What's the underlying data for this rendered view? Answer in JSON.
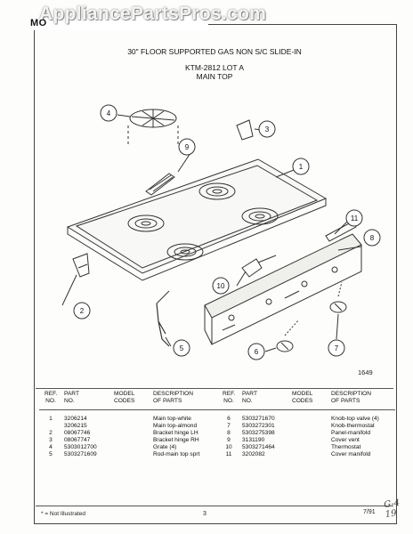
{
  "header": {
    "model_text": "MO",
    "watermark": "AppliancePartsPros.com"
  },
  "titles": {
    "line1": "30\" FLOOR SUPPORTED GAS NON S/C SLIDE-IN",
    "line2": "KTM-2812 LOT A",
    "line3": "MAIN TOP"
  },
  "diagram": {
    "callouts": [
      "1",
      "2",
      "3",
      "4",
      "5",
      "6",
      "7",
      "8",
      "9",
      "10",
      "11"
    ],
    "figure_number": "1649"
  },
  "parts_table": {
    "headers": {
      "ref": "REF.\nNO.",
      "part": "PART\nNO.",
      "model": "MODEL\nCODES",
      "desc": "DESCRIPTION\nOF PARTS"
    },
    "left": [
      {
        "ref": "1",
        "part": "3206214",
        "model": "",
        "desc": "Main top-white"
      },
      {
        "ref": "",
        "part": "3206215",
        "model": "",
        "desc": "Main top-almond"
      },
      {
        "ref": "2",
        "part": "08067746",
        "model": "",
        "desc": "Bracket hinge LH"
      },
      {
        "ref": "3",
        "part": "08067747",
        "model": "",
        "desc": "Bracket hinge RH"
      },
      {
        "ref": "4",
        "part": "5303012700",
        "model": "",
        "desc": "Grate (4)"
      },
      {
        "ref": "5",
        "part": "5303271609",
        "model": "",
        "desc": "Rod-main top sprt"
      }
    ],
    "right": [
      {
        "ref": "6",
        "part": "5303271670",
        "model": "",
        "desc": "Knob-top valve (4)"
      },
      {
        "ref": "7",
        "part": "5303272301",
        "model": "",
        "desc": "Knob-thermostat"
      },
      {
        "ref": "8",
        "part": "5303275398",
        "model": "",
        "desc": "Panel-manifold"
      },
      {
        "ref": "9",
        "part": "3131190",
        "model": "",
        "desc": "Cover vent"
      },
      {
        "ref": "10",
        "part": "5303271464",
        "model": "",
        "desc": "Thermostat"
      },
      {
        "ref": "11",
        "part": "3202082",
        "model": "",
        "desc": "Cover manifold"
      }
    ]
  },
  "footer": {
    "note": "* = Not Illustrated",
    "page": "3",
    "date": "7/91",
    "handwriting": "G-4 19"
  }
}
